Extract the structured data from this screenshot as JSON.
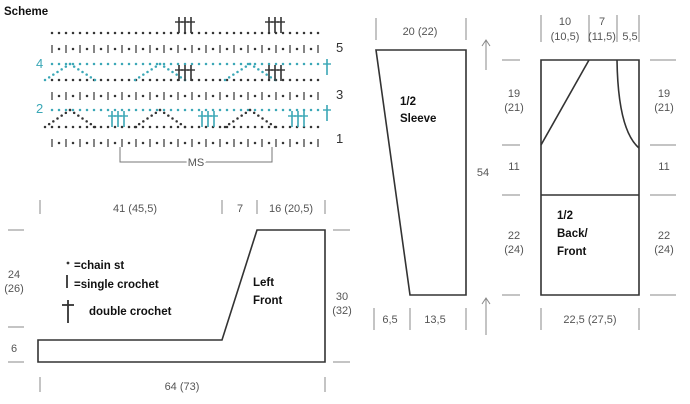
{
  "scheme": {
    "title": "Scheme",
    "rows_right": [
      "5",
      "3",
      "1"
    ],
    "rows_left": [
      "4",
      "2"
    ],
    "repeat_label": "MS"
  },
  "legend": {
    "chain": "=chain st",
    "single": "=single crochet",
    "double": "double crochet"
  },
  "left_front": {
    "label": [
      "Left",
      "Front"
    ],
    "top_widths": [
      "41 (45,5)",
      "7",
      "16 (20,5)"
    ],
    "bottom_width": "64 (73)",
    "left_height": [
      "24",
      "(26)"
    ],
    "bottom_height": "6",
    "right_height": [
      "30",
      "(32)"
    ]
  },
  "sleeve": {
    "label": [
      "1/2",
      "Sleeve"
    ],
    "top_width": "20 (22)",
    "length": "54",
    "bottom_widths": [
      "6,5",
      "13,5"
    ]
  },
  "back_front": {
    "label": [
      "1/2",
      "Back/",
      "Front"
    ],
    "top_widths": [
      [
        "10",
        "(10,5)"
      ],
      [
        "7",
        "(11,5)"
      ],
      [
        "5,5",
        ""
      ]
    ],
    "left_heights": [
      [
        "19",
        "(21)"
      ],
      [
        "11",
        ""
      ],
      [
        "22",
        "(24)"
      ]
    ],
    "right_heights": [
      [
        "19",
        "(21)"
      ],
      [
        "11",
        ""
      ],
      [
        "22",
        "(24)"
      ]
    ],
    "bottom_width": "22,5 (27,5)"
  },
  "colors": {
    "ink": "#333333",
    "dimension": "#555555",
    "accent": "#3aa7b6"
  }
}
